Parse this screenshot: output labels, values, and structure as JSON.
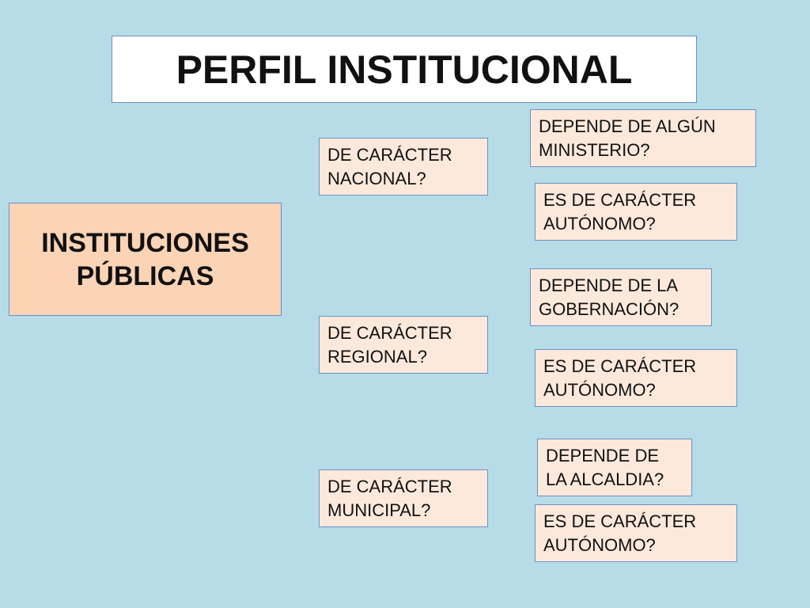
{
  "title": "PERFIL INSTITUCIONAL",
  "main": {
    "line1": "INSTITUCIONES",
    "line2": "PÚBLICAS"
  },
  "levels": [
    {
      "line1": "DE CARÁCTER",
      "line2": "NACIONAL?",
      "options": [
        {
          "line1": "DEPENDE DE ALGÚN",
          "line2": "MINISTERIO?"
        },
        {
          "line1": "ES DE CARÁCTER",
          "line2": "AUTÓNOMO?"
        }
      ]
    },
    {
      "line1": "DE CARÁCTER",
      "line2": "REGIONAL?",
      "options": [
        {
          "line1": "DEPENDE DE LA",
          "line2": "GOBERNACIÓN?"
        },
        {
          "line1": "ES DE CARÁCTER",
          "line2": "AUTÓNOMO?"
        }
      ]
    },
    {
      "line1": "DE CARÁCTER",
      "line2": "MUNICIPAL?",
      "options": [
        {
          "line1": "DEPENDE DE",
          "line2": "LA ALCALDIA?"
        },
        {
          "line1": "ES DE CARÁCTER",
          "line2": "AUTÓNOMO?"
        }
      ]
    }
  ],
  "colors": {
    "background": "#b6dce8",
    "title_fill": "#ffffff",
    "main_fill": "#fbd4b5",
    "question_fill": "#fde9dc",
    "border": "#6f8fc4"
  }
}
